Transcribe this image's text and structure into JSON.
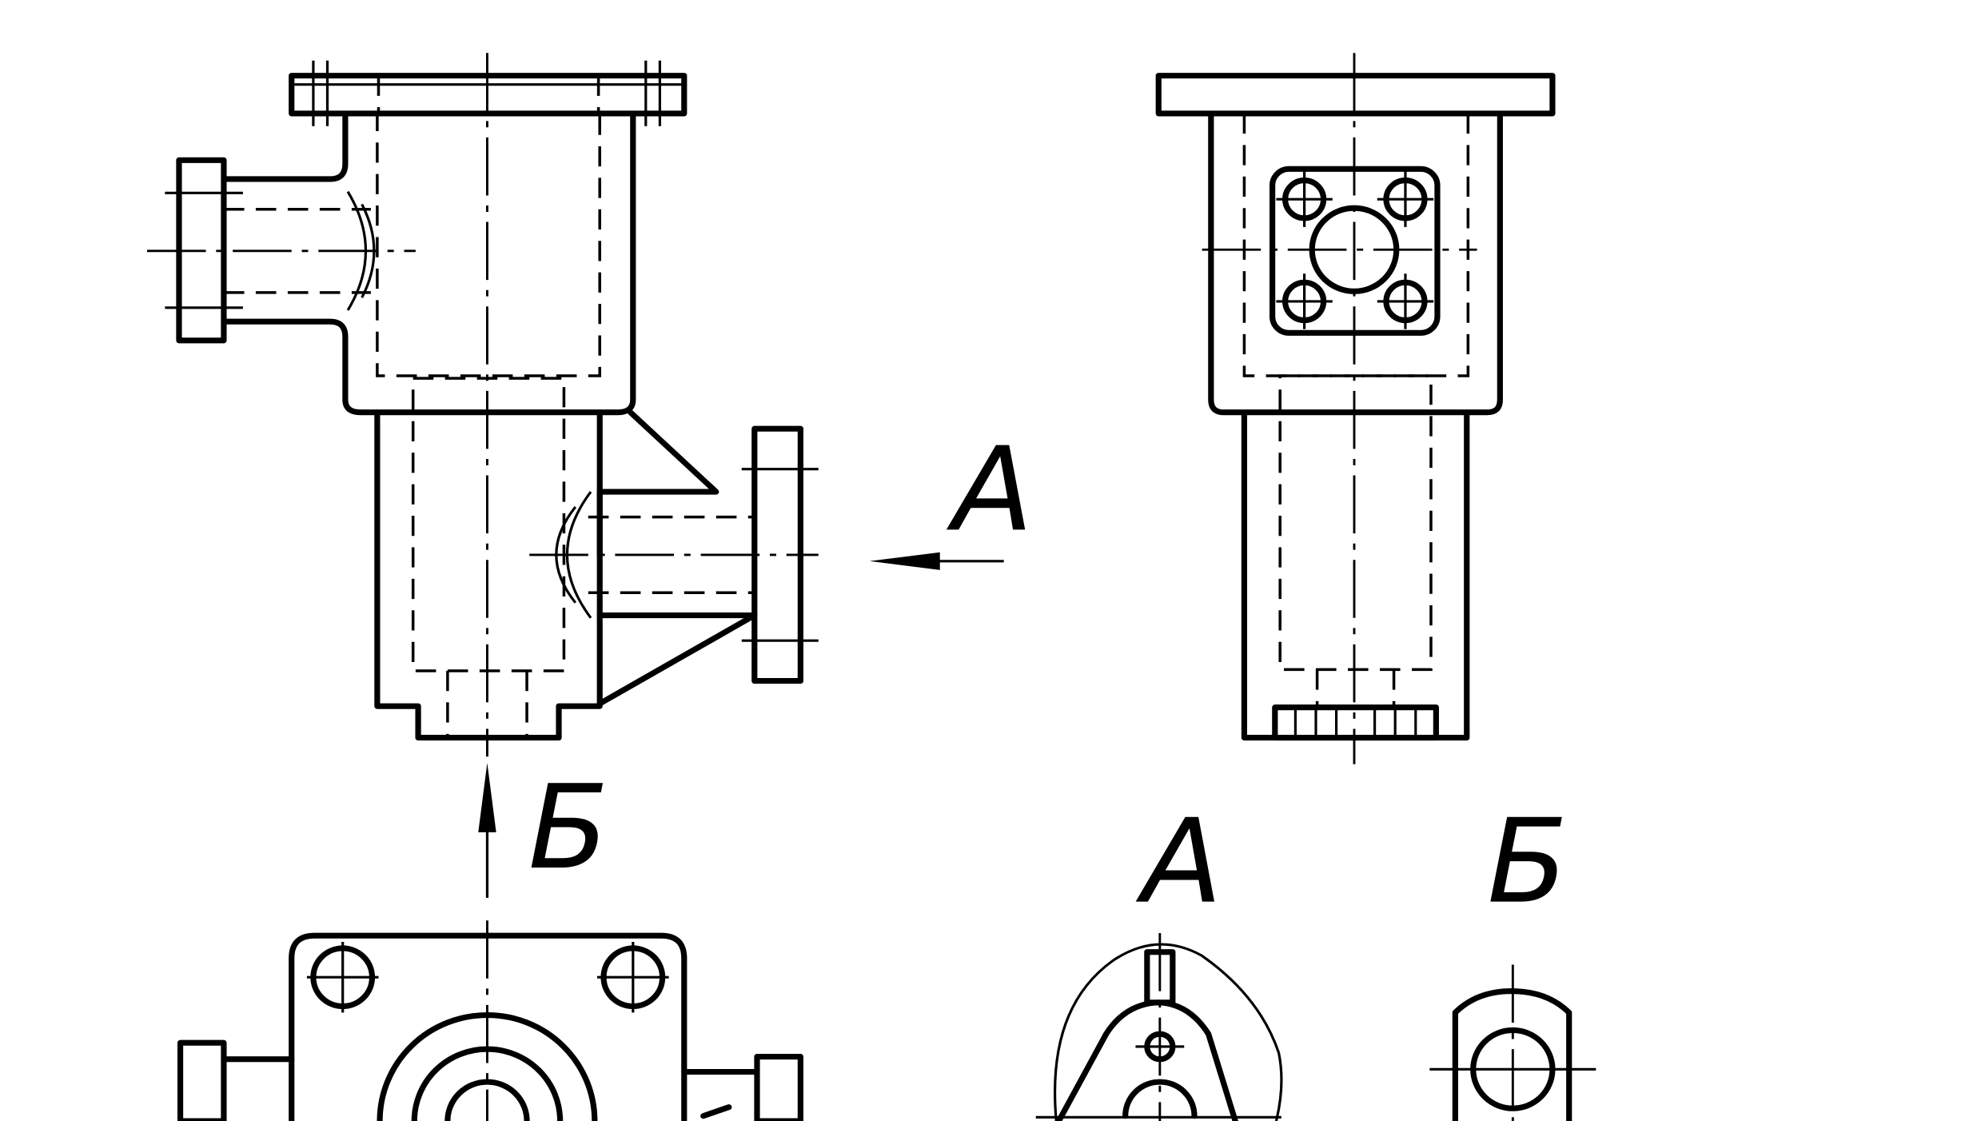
{
  "labels": {
    "view_arrow_a": "A",
    "view_arrow_b": "Б",
    "view_title_a": "A",
    "view_title_b": "Б"
  },
  "colors": {
    "line": "#000000",
    "background": "#ffffff"
  }
}
